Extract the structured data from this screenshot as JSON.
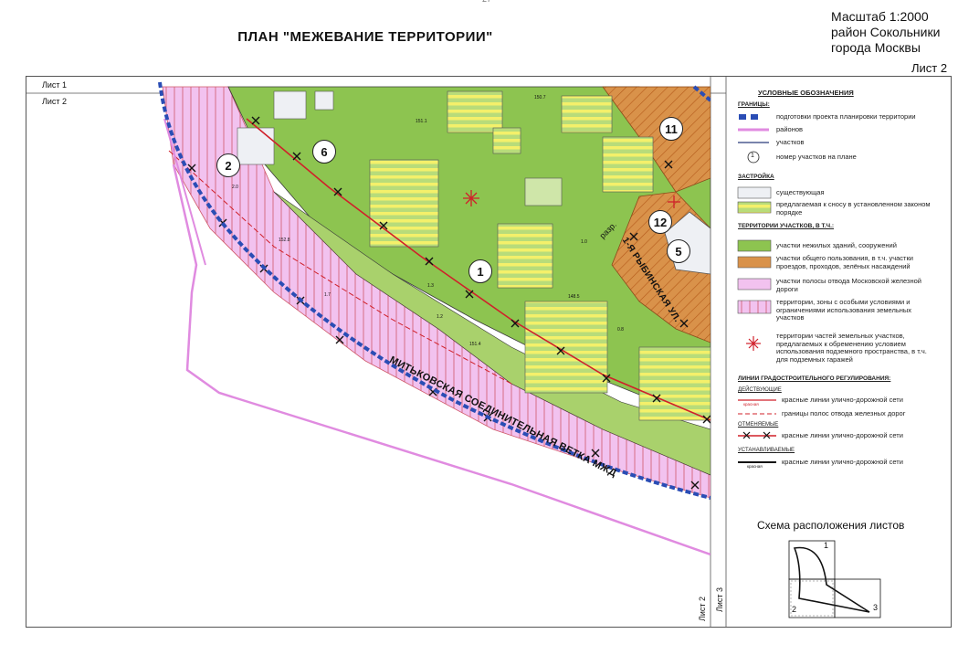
{
  "page_number": "27",
  "title": "ПЛАН \"МЕЖЕВАНИЕ ТЕРРИТОРИИ\"",
  "scale": "Масштаб 1:2000",
  "district": "район Сокольники",
  "city": "города Москвы",
  "sheet_label": "Лист 2",
  "sheet_rows": [
    "Лист 1",
    "Лист 2"
  ],
  "sheet_bottom": [
    "Лист 2",
    "Лист 3"
  ],
  "parcels": [
    "1",
    "2",
    "5",
    "6",
    "11",
    "12"
  ],
  "streets": {
    "railway": "МИТЬКОВСКАЯ СОЕДИНИТЕЛЬНАЯ ВЕТКА МЖД",
    "rybinskaya": "1-Я РЫБИНСКАЯ УЛ."
  },
  "map_labels": {
    "razr": "разр.",
    "heights": [
      "151.1",
      "150.7",
      "152.8",
      "148.5",
      "151.4",
      "1.3",
      "1.2",
      "1.0",
      "0.8",
      "2.0",
      "1.7"
    ]
  },
  "legend": {
    "title": "УСЛОВНЫЕ ОБОЗНАЧЕНИЯ",
    "boundaries_head": "ГРАНИЦЫ:",
    "boundaries": [
      "подготовки проекта планировки территории",
      "районов",
      "участков",
      "номер участков на плане"
    ],
    "build_head": "ЗАСТРОЙКА",
    "build": [
      "существующая",
      "предлагаемая к сносу в установленном законом порядке"
    ],
    "terr_head": "ТЕРРИТОРИИ УЧАСТКОВ, В Т.Ч.:",
    "terr": [
      "участки нежилых зданий, сооружений",
      "участки общего пользования, в т.ч. участки проездов, проходов, зелёных насаждений",
      "участки полосы отвода Московской железной дороги",
      "территории, зоны с особыми условиями и ограничениями использования земельных участков",
      "территории частей земельных участков, предлагаемых к обременению условием использования подземного пространства, в т.ч. для подземных гаражей"
    ],
    "lines_head": "ЛИНИИ ГРАДОСТРОИТЕЛЬНОГО РЕГУЛИРОВАНИЯ:",
    "existing_sub": "ДЕЙСТВУЮЩИЕ",
    "existing": [
      "красные линии улично-дорожной сети",
      "границы полос отвода железных дорог"
    ],
    "cancelled_sub": "ОТМЕНЯЕМЫЕ",
    "cancelled": [
      "красные линии улично-дорожной сети"
    ],
    "established_sub": "УСТАНАВЛИВАЕМЫЕ",
    "established": [
      "красные линии улично-дорожной сети"
    ],
    "marker_number": "1",
    "line_word": "красная"
  },
  "scheme": {
    "title": "Схема расположения листов",
    "labels": [
      "1",
      "2",
      "3"
    ]
  },
  "colors": {
    "green": "#8dc450",
    "orange": "#d9924a",
    "pink": "#f2c2ef",
    "yellow": "#f4f06a",
    "boundary_blue": "#2a4db5",
    "district_pink": "#e08be0",
    "red": "#d0202a"
  }
}
